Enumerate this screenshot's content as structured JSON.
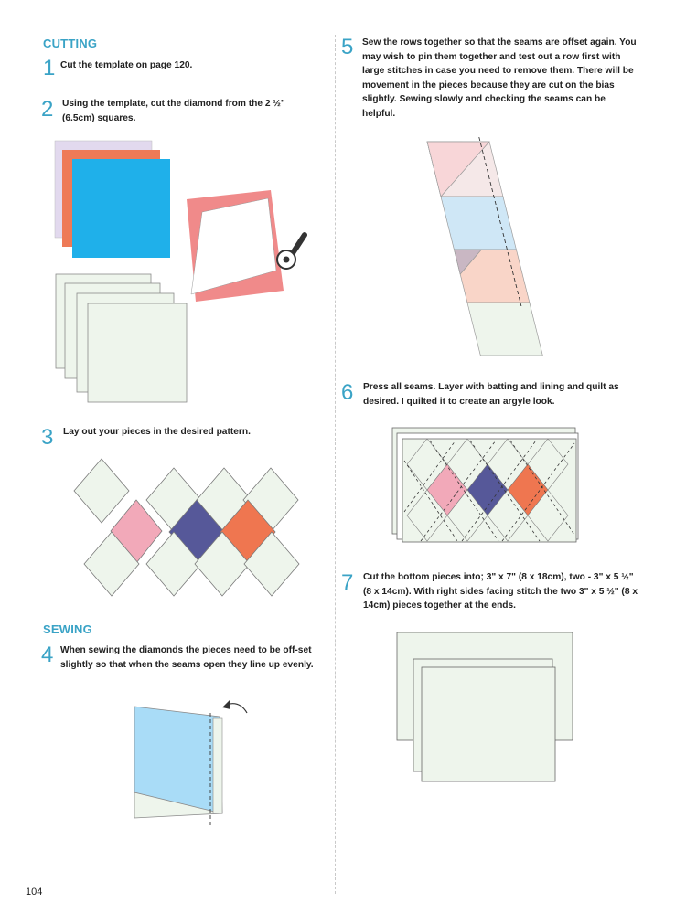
{
  "page": {
    "number": "104"
  },
  "sections": {
    "cutting": "CUTTING",
    "sewing": "SEWING"
  },
  "steps": [
    {
      "num": "1",
      "text": "Cut the template on page 120."
    },
    {
      "num": "2",
      "text": "Using the template, cut the diamond from the 2 ½\" (6.5cm) squares."
    },
    {
      "num": "3",
      "text": "Lay out your pieces in the desired pattern."
    },
    {
      "num": "4",
      "text": "When sewing the diamonds the pieces need to be off-set slightly so that when the seams open they line up evenly."
    },
    {
      "num": "5",
      "text": "Sew the rows together so that the seams are offset again. You may wish to pin them together and test out a row first with large stitches in case you need to remove them. There will be movement in the pieces because they are cut on the bias slightly. Sewing slowly and checking the seams can be helpful."
    },
    {
      "num": "6",
      "text": "Press all seams. Layer with batting and lining and quilt as desired. I quilted it to create an argyle look."
    },
    {
      "num": "7",
      "text": "Cut the bottom pieces into; 3\" x 7\" (8 x 18cm), two - 3\" x 5 ½\" (8 x 14cm). With right sides facing stitch the two 3\" x 5 ½\" (8 x 14cm) pieces together at the ends."
    }
  ],
  "colors": {
    "accent": "#3aa3c6",
    "lavender": "#e2d9ee",
    "coral": "#ee7a57",
    "blue": "#1fb0ea",
    "pink": "#f2a9b9",
    "salmon_frame": "#f08a8a",
    "navy": "#565899",
    "orange": "#ef7650",
    "mint": "#eef5ec",
    "outline": "#777777"
  }
}
